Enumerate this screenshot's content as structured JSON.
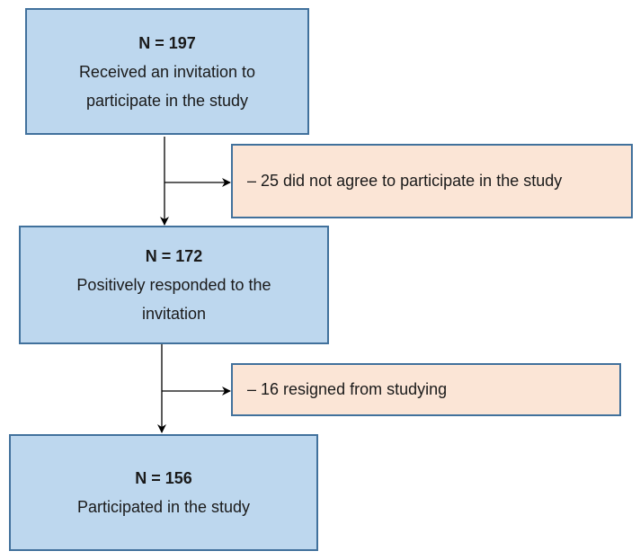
{
  "diagram": {
    "steps": [
      {
        "count": "N = 197",
        "lines": [
          "Received an invitation to",
          "participate in the study"
        ]
      },
      {
        "count": "N = 172",
        "lines": [
          "Positively responded to the",
          "invitation"
        ]
      },
      {
        "count": "N = 156",
        "lines": [
          "Participated in the study"
        ]
      }
    ],
    "exclusions": [
      {
        "text": "– 25 did not agree to participate in the study"
      },
      {
        "text": "– 16 resigned from studying"
      }
    ],
    "colors": {
      "step_fill": "#bdd7ee",
      "exclusion_fill": "#fbe5d6",
      "border": "#41719c",
      "arrow": "#000000"
    }
  }
}
